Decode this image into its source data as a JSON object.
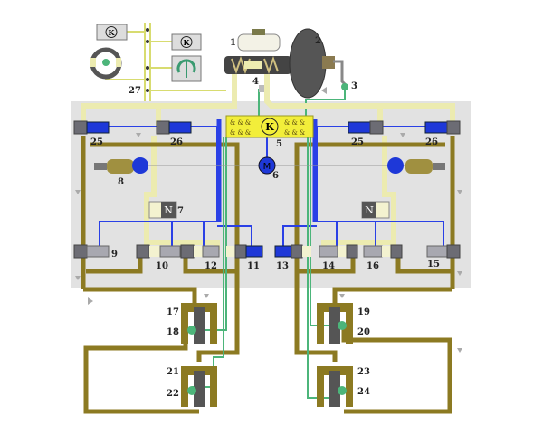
{
  "diagram": {
    "title": "Hydraulic brake system with ABS",
    "colors": {
      "panel": "#e2e2e2",
      "high_pressure_line": "#8c7a22",
      "low_pressure_line": "#ecebb0",
      "control_wire": "#2a40e6",
      "sensor_wire": "#4cb57a",
      "ecu": "#f2ee3a"
    },
    "labels": {
      "l1": "1",
      "l2": "2",
      "l3": "3",
      "l4": "4",
      "l5": "5",
      "l6": "6",
      "l7a": "7",
      "l8": "8",
      "l9": "9",
      "l10": "10",
      "l11": "11",
      "l12": "12",
      "l13": "13",
      "l14": "14",
      "l15": "15",
      "l16": "16",
      "l17": "17",
      "l18": "18",
      "l19": "19",
      "l20": "20",
      "l21": "21",
      "l22": "22",
      "l23": "23",
      "l24": "24",
      "l25a": "25",
      "l25b": "25",
      "l26a": "26",
      "l26b": "26",
      "l27": "27"
    },
    "icons": {
      "ecu_symbol": "K",
      "motor_symbol": "M"
    }
  }
}
